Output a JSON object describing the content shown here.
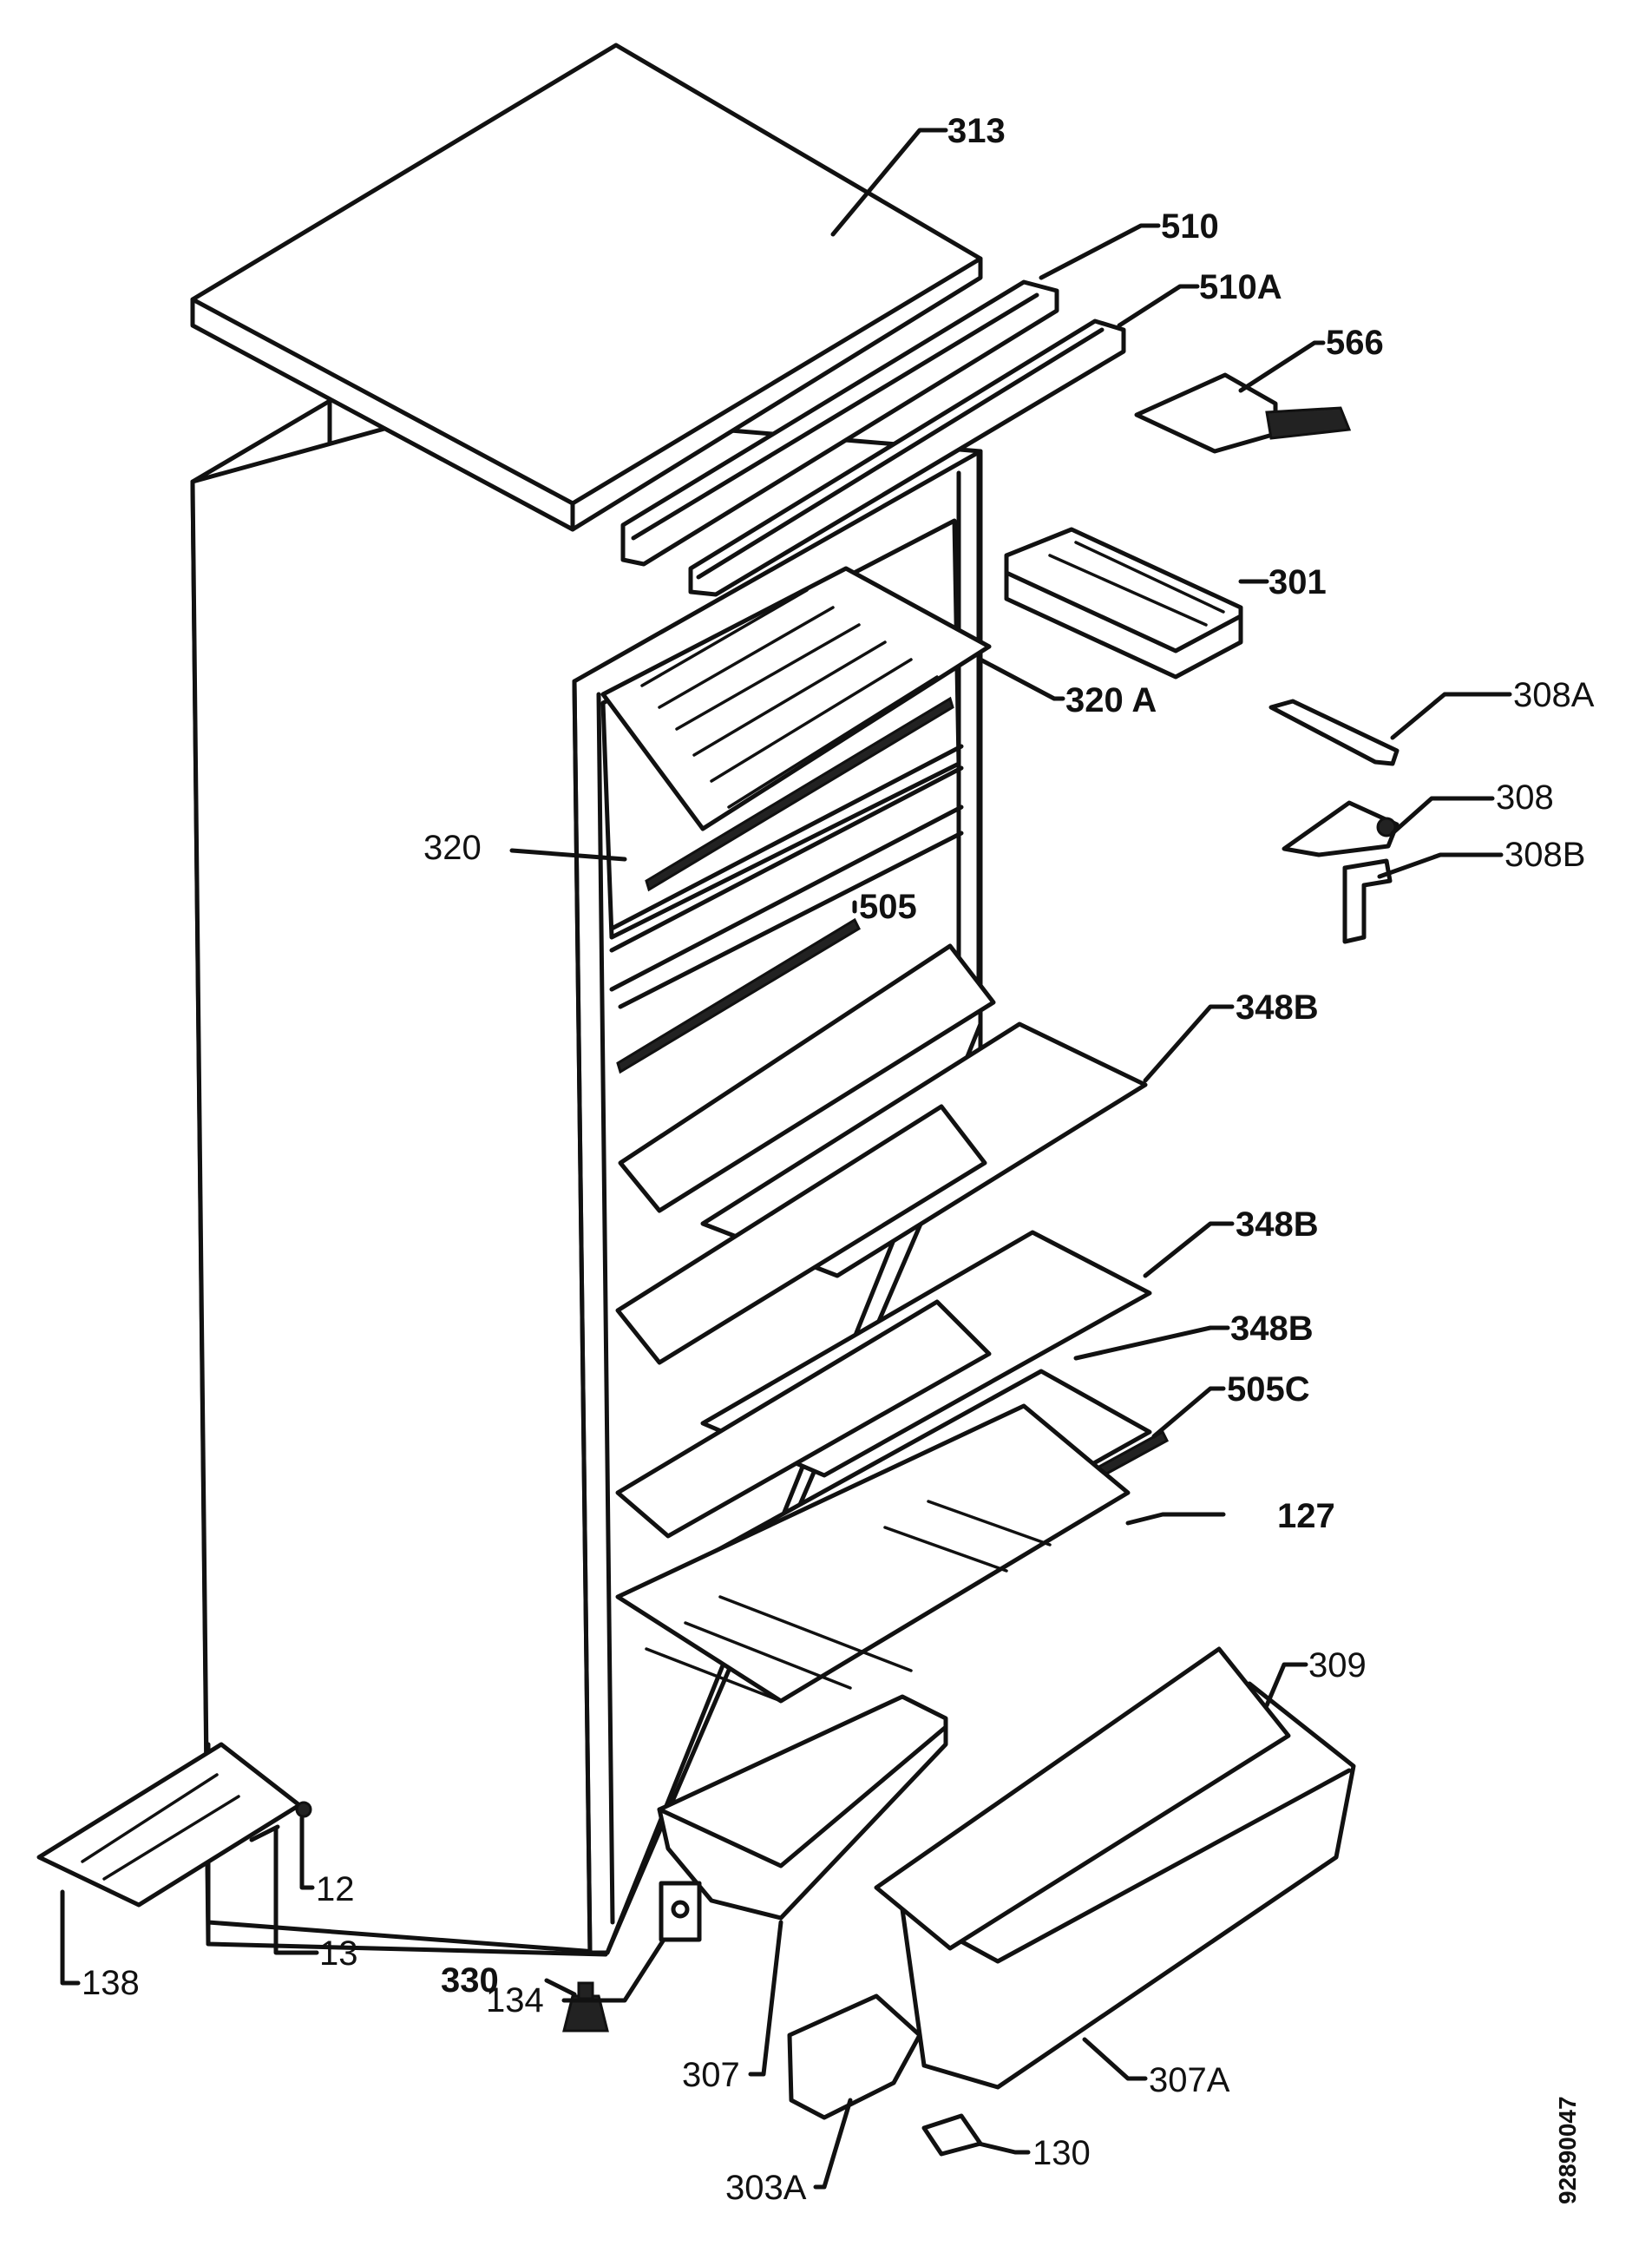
{
  "callouts": {
    "c313": "313",
    "c510": "510",
    "c510A": "510A",
    "c566": "566",
    "c301": "301",
    "c320A": "320 A",
    "c308A": "308A",
    "c308": "308",
    "c308B": "308B",
    "c320": "320",
    "c505": "505",
    "c348B_1": "348B",
    "c348B_2": "348B",
    "c348B_3": "348B",
    "c505C": "505C",
    "c127": "127",
    "c309": "309",
    "c12": "12",
    "c13": "13",
    "c138": "138",
    "c330": "330",
    "c134": "134",
    "c307": "307",
    "c307A": "307A",
    "c303A": "303A",
    "c130": "130"
  },
  "drawing_reference": "92890047"
}
